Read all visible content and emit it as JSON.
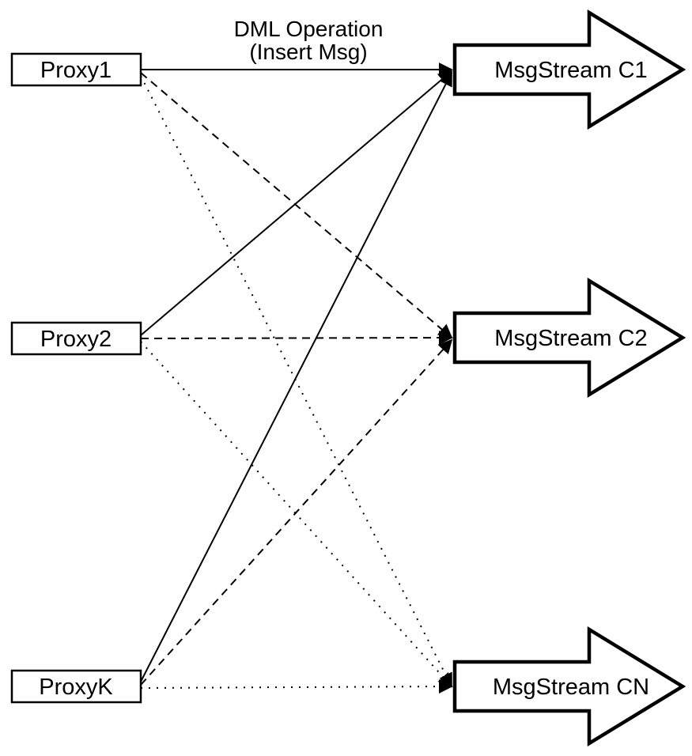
{
  "diagram": {
    "annotation": {
      "line1": "DML Operation",
      "line2": "(Insert Msg)"
    },
    "proxies": [
      {
        "label": "Proxy1"
      },
      {
        "label": "Proxy2"
      },
      {
        "label": "ProxyK"
      }
    ],
    "streams": [
      {
        "label": "MsgStream C1"
      },
      {
        "label": "MsgStream C2"
      },
      {
        "label": "MsgStream CN"
      }
    ],
    "edges": [
      {
        "from": "Proxy1",
        "to": "MsgStream C1",
        "style": "solid"
      },
      {
        "from": "Proxy1",
        "to": "MsgStream C2",
        "style": "dashed"
      },
      {
        "from": "Proxy1",
        "to": "MsgStream CN",
        "style": "dotted"
      },
      {
        "from": "Proxy2",
        "to": "MsgStream C1",
        "style": "solid"
      },
      {
        "from": "Proxy2",
        "to": "MsgStream C2",
        "style": "dashed"
      },
      {
        "from": "Proxy2",
        "to": "MsgStream CN",
        "style": "dotted"
      },
      {
        "from": "ProxyK",
        "to": "MsgStream C1",
        "style": "solid"
      },
      {
        "from": "ProxyK",
        "to": "MsgStream C2",
        "style": "dashed"
      },
      {
        "from": "ProxyK",
        "to": "MsgStream CN",
        "style": "dotted"
      }
    ],
    "colors": {
      "stroke": "#000000",
      "fill": "#ffffff"
    }
  }
}
